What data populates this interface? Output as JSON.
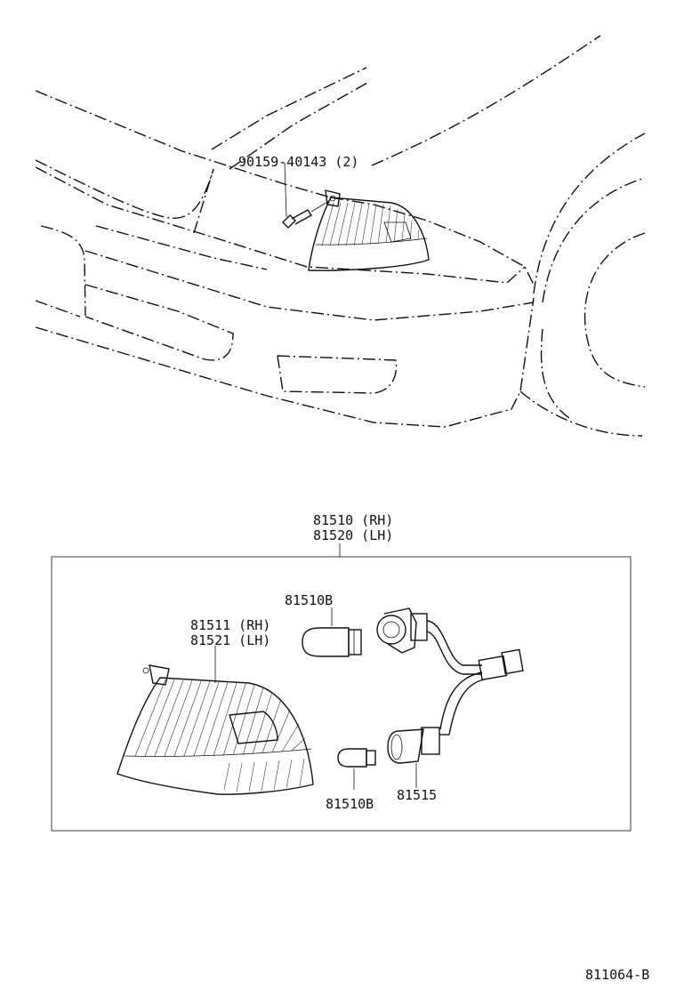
{
  "labels": {
    "screw": "90159-40143 (2)",
    "assy_rh": "81510 (RH)",
    "assy_lh": "81520 (LH)",
    "bulb_top": "81510B",
    "lens_rh": "81511 (RH)",
    "lens_lh": "81521 (LH)",
    "bulb_bottom": "81510B",
    "socket": "81515",
    "figure_id": "811064-B"
  }
}
